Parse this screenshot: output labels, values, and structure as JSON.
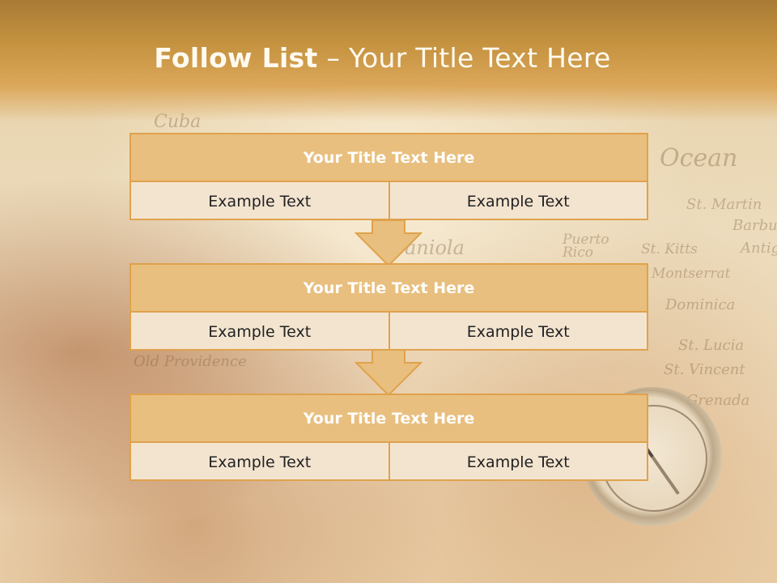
{
  "slide": {
    "title_bold": "Follow List",
    "title_rest": " – Your Title Text Here"
  },
  "map_labels": [
    "Cuba",
    "Ocean",
    "St. Martin",
    "Barbu",
    "Antig",
    "Puerto Rico",
    "St. Kitts",
    "Montserrat",
    "Dominica",
    "St. Lucia",
    "St. Vincent",
    "Grenada",
    "Old Providence",
    "aniola"
  ],
  "steps": [
    {
      "title": "Your Title Text Here",
      "left": "Example Text",
      "right": "Example Text"
    },
    {
      "title": "Your Title Text Here",
      "left": "Example Text",
      "right": "Example Text"
    },
    {
      "title": "Your Title Text Here",
      "left": "Example Text",
      "right": "Example Text"
    }
  ],
  "colors": {
    "header": "#c4923f",
    "box_border": "#e0a24c",
    "box_head": "#e8bf7e",
    "box_body": "#f3e4d0"
  }
}
